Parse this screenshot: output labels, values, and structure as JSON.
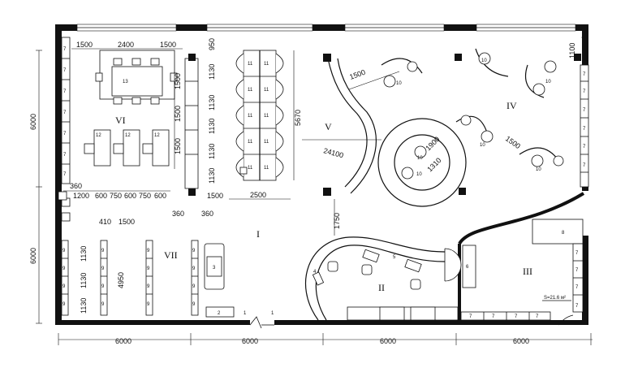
{
  "rooms": {
    "I": "I",
    "II": "II",
    "III": "III",
    "IV": "IV",
    "V": "V",
    "VI": "VI",
    "VII": "VII"
  },
  "area_label": "S=21.6 м²",
  "dims": {
    "left_top": "6000",
    "left_bottom": "6000",
    "bottom": [
      "6000",
      "6000",
      "6000",
      "6000"
    ],
    "vi_top": [
      "1500",
      "2400",
      "1500"
    ],
    "vi_right": [
      "1500",
      "1500",
      "1500"
    ],
    "vi_bottom": [
      "1200",
      "600",
      "750",
      "600",
      "750",
      "600"
    ],
    "d360a": "360",
    "d360b": "360",
    "d360c": "360",
    "d950": "950",
    "cubicle_rows": [
      "1130",
      "1130",
      "1130",
      "1130",
      "1130"
    ],
    "d1500_under": "1500",
    "d2500": "2500",
    "d5670": "5670",
    "d24100": "24100",
    "d1500_v": "1500",
    "d1750": "1750",
    "d1900": "1900",
    "d1310": "1310",
    "d1500_iv": "1500",
    "d1100": "1100",
    "vii_410": "410",
    "vii_1500": "1500",
    "vii_1130a": "1130",
    "vii_1130b": "1130",
    "vii_1130c": "1130",
    "vii_4950": "4950"
  },
  "labels": {
    "n1": "1",
    "n2": "2",
    "n3": "3",
    "n4": "4",
    "n5": "5",
    "n6": "6",
    "n7": "7",
    "n8": "8",
    "n9": "9",
    "n10": "10",
    "n11": "11",
    "n12": "12",
    "n13": "13"
  }
}
